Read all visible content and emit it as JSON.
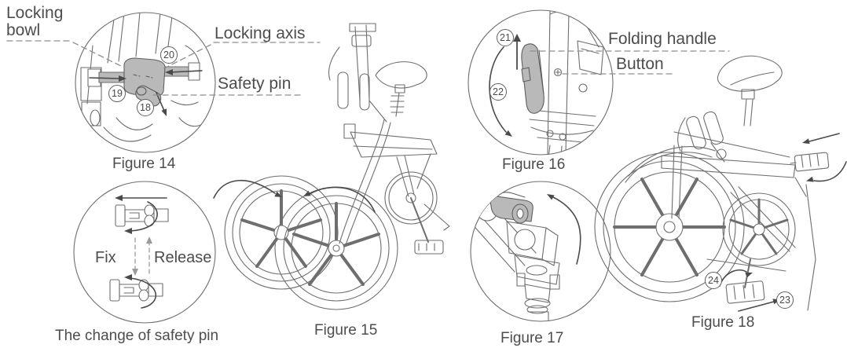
{
  "colors": {
    "background": "#ffffff",
    "line": "#6e6e6e",
    "shade": "#b9b9b9",
    "text": "#4d4d4d",
    "dash": "#8f8f8f",
    "arrow": "#4a4a4a"
  },
  "figure14": {
    "caption": "Figure 14",
    "label_locking_bowl": "Locking bowl",
    "label_locking_axis": "Locking axis",
    "label_safety_pin": "Safety pin",
    "callout_18": "18",
    "callout_19": "19",
    "callout_20": "20"
  },
  "safety_pin_change": {
    "caption": "The change of safety pin",
    "label_fix": "Fix",
    "label_release": "Release"
  },
  "figure15": {
    "caption": "Figure 15"
  },
  "figure16": {
    "caption": "Figure 16",
    "label_folding_handle": "Folding handle",
    "label_button": "Button",
    "callout_21": "21",
    "callout_22": "22"
  },
  "figure17": {
    "caption": "Figure 17"
  },
  "figure18": {
    "caption": "Figure 18",
    "callout_23": "23",
    "callout_24": "24"
  }
}
